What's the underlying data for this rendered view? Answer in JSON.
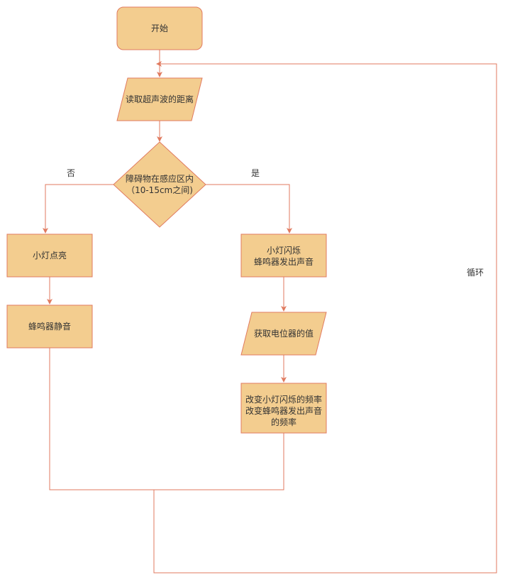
{
  "colors": {
    "node_fill": "#f3cd8f",
    "node_stroke": "#e07a5f",
    "edge_stroke": "#e07a5f",
    "text": "#333333"
  },
  "nodes": {
    "start": "开始",
    "read_distance": "读取超声波的距离",
    "decision": [
      "障碍物在感应区内",
      "（10-15cm之间)"
    ],
    "light_on": "小灯点亮",
    "buzzer_mute": "蜂鸣器静音",
    "blink_sound": [
      "小灯闪烁",
      "蜂鸣器发出声音"
    ],
    "read_pot": "获取电位器的值",
    "change_freq": [
      "改变小灯闪烁的频率",
      "改变蜂鸣器发出声音",
      "的频率"
    ]
  },
  "edges": {
    "no_label": "否",
    "yes_label": "是",
    "loop_label": "循环"
  }
}
